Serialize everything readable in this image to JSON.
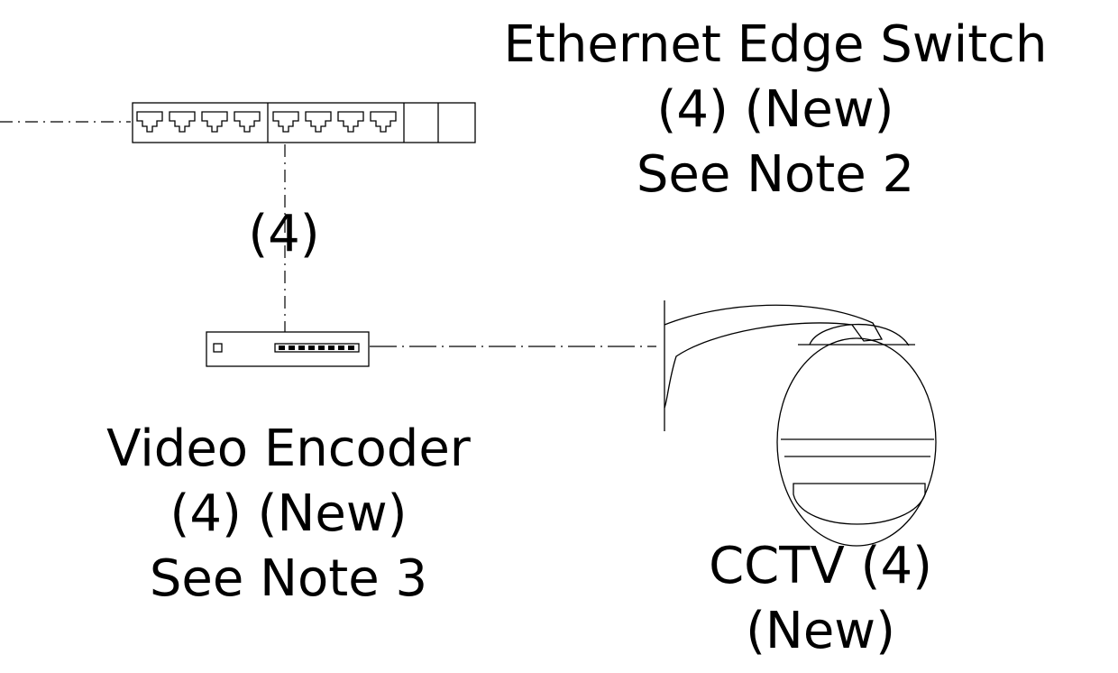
{
  "labels": {
    "switch": {
      "line1": "Ethernet Edge Switch",
      "line2": "(4) (New)",
      "line3": "See Note 2"
    },
    "link_count": "(4)",
    "encoder": {
      "line1": "Video Encoder",
      "line2": "(4) (New)",
      "line3": "See Note 3"
    },
    "camera": {
      "line1": "CCTV (4)",
      "line2": "(New)"
    }
  },
  "icons": {
    "switch": "ethernet-switch-icon",
    "encoder": "video-encoder-icon",
    "camera": "ptz-dome-camera-icon"
  },
  "colors": {
    "line": "#000000",
    "background": "#ffffff"
  }
}
